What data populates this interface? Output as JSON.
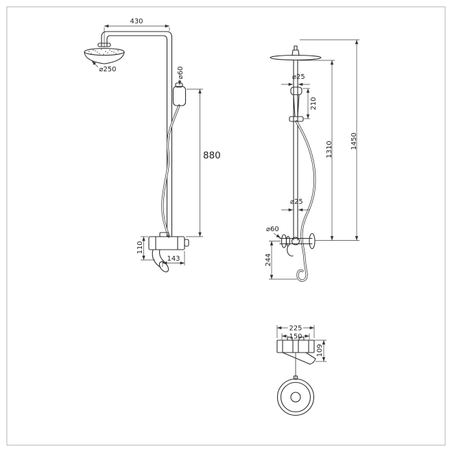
{
  "meta": {
    "ink": "#2b2b2b",
    "dim_ink": "#333333",
    "background": "#ffffff"
  },
  "views": {
    "front": {
      "dims": {
        "arm_reach": "430",
        "head_diameter": "⌀250",
        "hand_shower_diameter": "⌀60",
        "holder_to_mixer_height": "880",
        "mixer_body_height": "110",
        "mixer_spout_reach": "143"
      }
    },
    "side": {
      "dims": {
        "riser_pipe_diameter_upper": "⌀25",
        "hand_shower_length": "210",
        "mixer_to_head_height": "1310",
        "overall_height": "1450",
        "riser_pipe_diameter_lower": "⌀25",
        "escutcheon_diameter": "⌀60",
        "mixer_to_hose_loop": "244"
      }
    },
    "bottom": {
      "dims": {
        "mixer_overall_width": "225",
        "connection_centers": "150",
        "spout_projection": "109"
      }
    }
  }
}
